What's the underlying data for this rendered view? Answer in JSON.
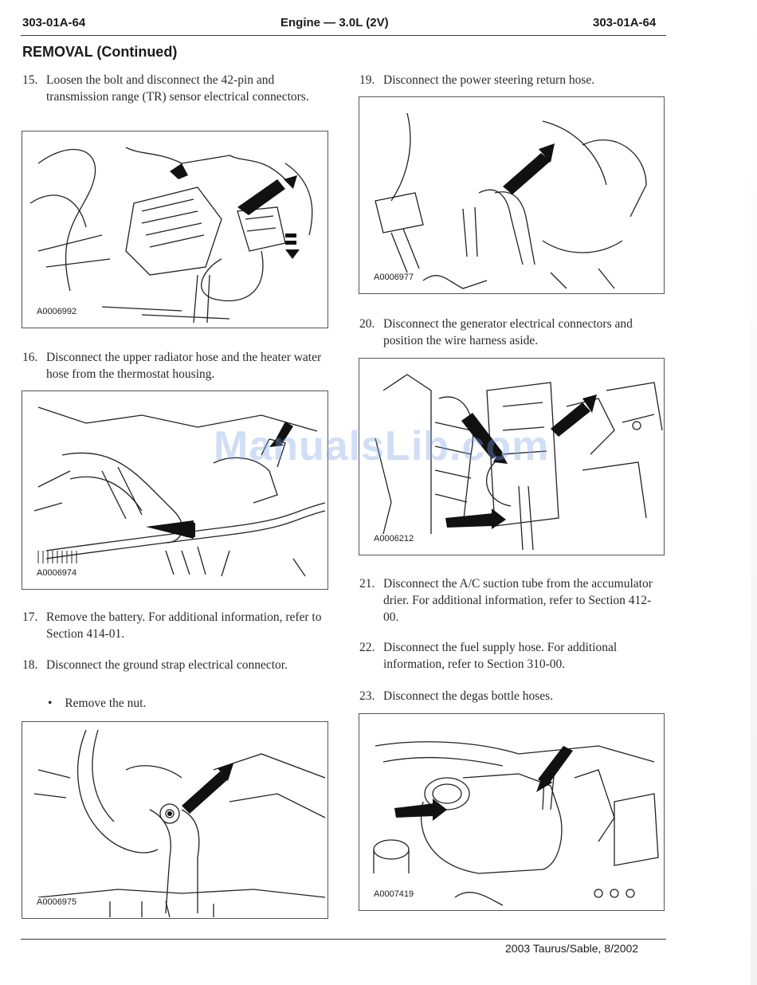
{
  "header": {
    "left_code": "303-01A-64",
    "title": "Engine — 3.0L (2V)",
    "right_code": "303-01A-64"
  },
  "section_title": "REMOVAL (Continued)",
  "steps": {
    "s15": {
      "num": "15.",
      "text": "Loosen the bolt and disconnect the 42-pin and transmission range (TR) sensor electrical connectors."
    },
    "s16": {
      "num": "16.",
      "text": "Disconnect the upper radiator hose and the heater water hose from the thermostat housing."
    },
    "s17": {
      "num": "17.",
      "text": "Remove the battery. For additional information, refer to Section 414-01."
    },
    "s18": {
      "num": "18.",
      "text": "Disconnect the ground strap electrical connector."
    },
    "s18_bullet": {
      "mark": "•",
      "text": "Remove the nut."
    },
    "s19": {
      "num": "19.",
      "text": "Disconnect the power steering return hose."
    },
    "s20": {
      "num": "20.",
      "text": "Disconnect the generator electrical connectors and position the wire harness aside."
    },
    "s21": {
      "num": "21.",
      "text": "Disconnect the A/C suction tube from the accumulator drier. For additional information, refer to Section 412-00."
    },
    "s22": {
      "num": "22.",
      "text": "Disconnect the fuel supply hose. For additional information, refer to Section 310-00."
    },
    "s23": {
      "num": "23.",
      "text": "Disconnect the degas bottle hoses."
    }
  },
  "figures": {
    "f15": {
      "id": "A0006992"
    },
    "f16": {
      "id": "A0006974"
    },
    "f18": {
      "id": "A0006975"
    },
    "f19": {
      "id": "A0006977"
    },
    "f20": {
      "id": "A0006212"
    },
    "f23": {
      "id": "A0007419"
    }
  },
  "watermark": "ManualsLib.com",
  "footer": "2003 Taurus/Sable, 8/2002"
}
